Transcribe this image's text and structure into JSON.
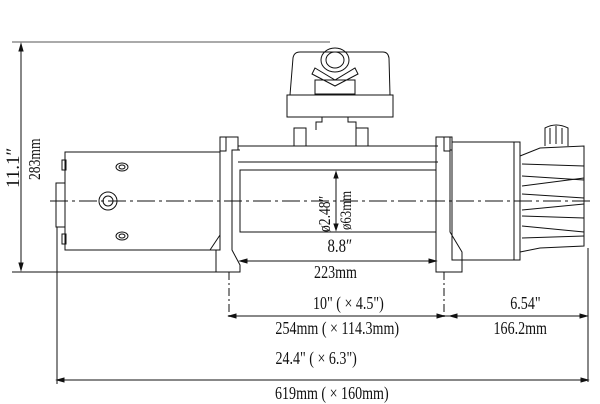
{
  "drawing": {
    "subject": "winch dimension drawing",
    "colors": {
      "line": "#111111",
      "background": "#ffffff"
    }
  },
  "dimensions": {
    "height": {
      "inch": "11.1″",
      "mm": "283mm"
    },
    "drum_diameter": {
      "inch": "ø2.48″",
      "mm": "ø63mm"
    },
    "drum_length": {
      "inch": "8.8″",
      "mm": "223mm"
    },
    "mount_spacing": {
      "inch": "10\" ( × 4.5\")",
      "mm": "254mm ( × 114.3mm)"
    },
    "gearbox_offset": {
      "inch": "6.54\"",
      "mm": "166.2mm"
    },
    "overall_length": {
      "inch": "24.4\" ( × 6.3\")",
      "mm": "619mm ( × 160mm)"
    }
  }
}
